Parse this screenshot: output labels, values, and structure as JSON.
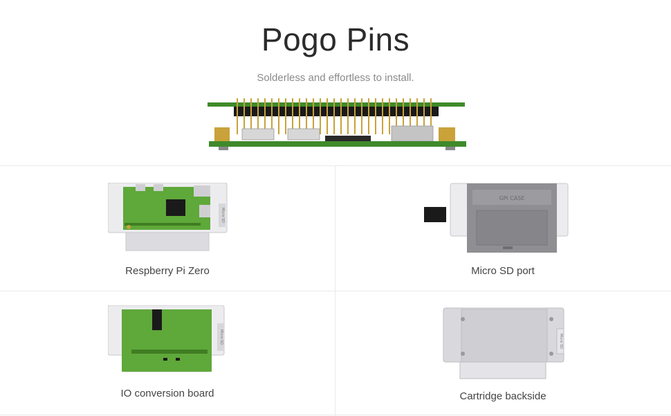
{
  "header": {
    "title": "Pogo Pins",
    "subtitle": "Solderless and effortless to install."
  },
  "features": [
    {
      "label": "Respberry Pi Zero",
      "board_text": "Micro SD"
    },
    {
      "label": "Micro SD port",
      "board_text": "GPi CASE"
    },
    {
      "label": "IO conversion board",
      "board_text": "Micro SD"
    },
    {
      "label": "Cartridge backside",
      "board_text": "Micro SD"
    }
  ],
  "colors": {
    "pcb_green": "#5fa83a",
    "pcb_dark_green": "#3f7d22",
    "case_grey": "#cfcfd3",
    "case_light": "#ececef",
    "header_black": "#1a1a1a",
    "gold": "#c9a23a"
  }
}
